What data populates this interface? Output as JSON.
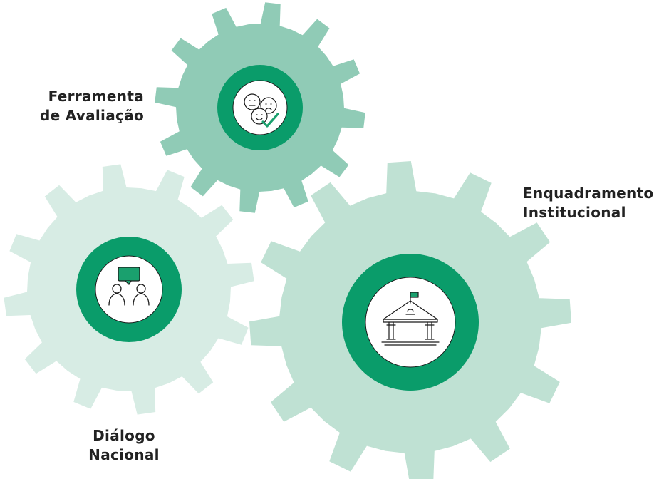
{
  "gears": [
    {
      "id": "ferramenta",
      "label_lines": [
        "Ferramenta",
        "de Avaliação"
      ],
      "icon": "faces-check-icon"
    },
    {
      "id": "dialogo",
      "label_lines": [
        "Diálogo",
        "Nacional"
      ],
      "icon": "dialogue-people-icon"
    },
    {
      "id": "enquadramento",
      "label_lines": [
        "Enquadramento",
        "Institucional"
      ],
      "icon": "institution-building-icon"
    }
  ],
  "colors": {
    "gear_top": "#90cbb6",
    "gear_left": "#d7ece4",
    "gear_right": "#bfe1d3",
    "ring": "#0a9c6a",
    "icon_stroke": "#1a1a1a",
    "accent": "#1aa06e"
  }
}
